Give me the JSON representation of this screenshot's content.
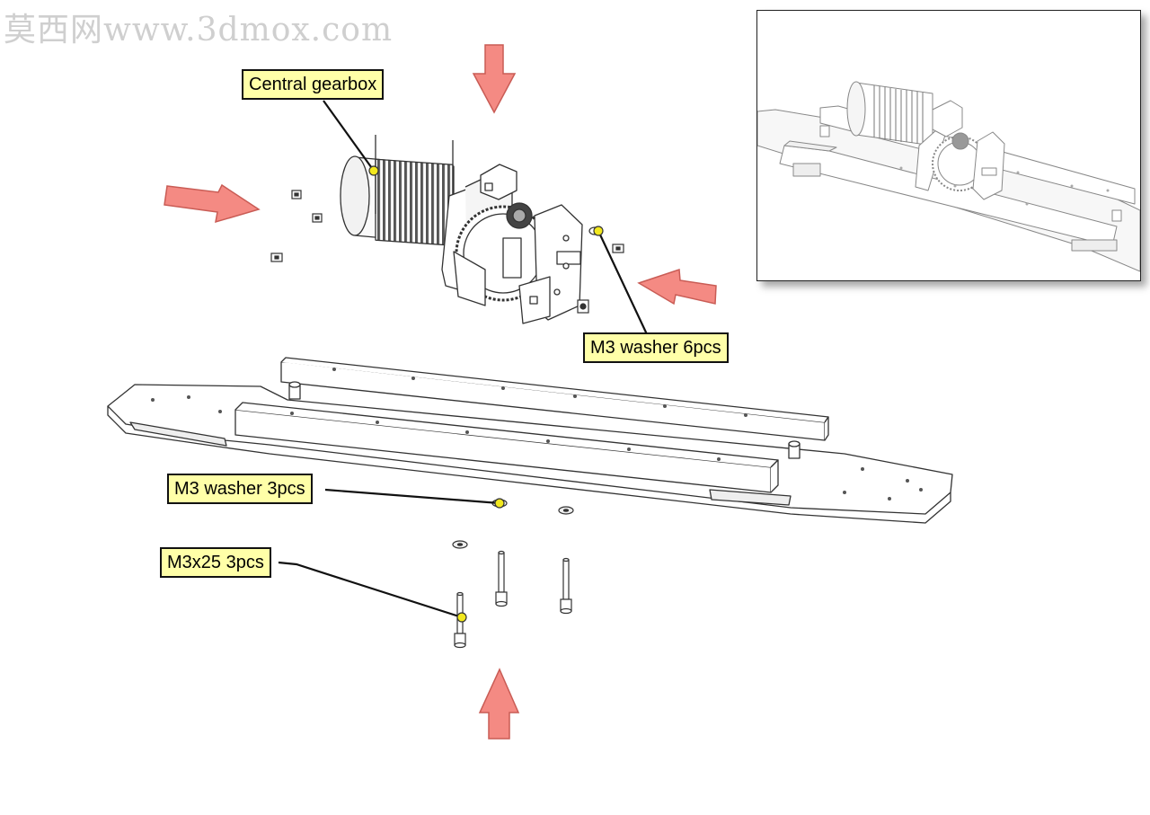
{
  "watermark": "莫西网www.3dmox.com",
  "callouts": {
    "central_gearbox": "Central gearbox",
    "m3_washer_6": "M3 washer 6pcs",
    "m3_washer_3": "M3 washer 3pcs",
    "m3x25": "M3x25 3pcs"
  },
  "colors": {
    "arrow_fill": "#f48a83",
    "arrow_stroke": "#c95c55",
    "callout_bg": "#ffffa8",
    "marker": "#f2e81e",
    "line": "#333333"
  }
}
